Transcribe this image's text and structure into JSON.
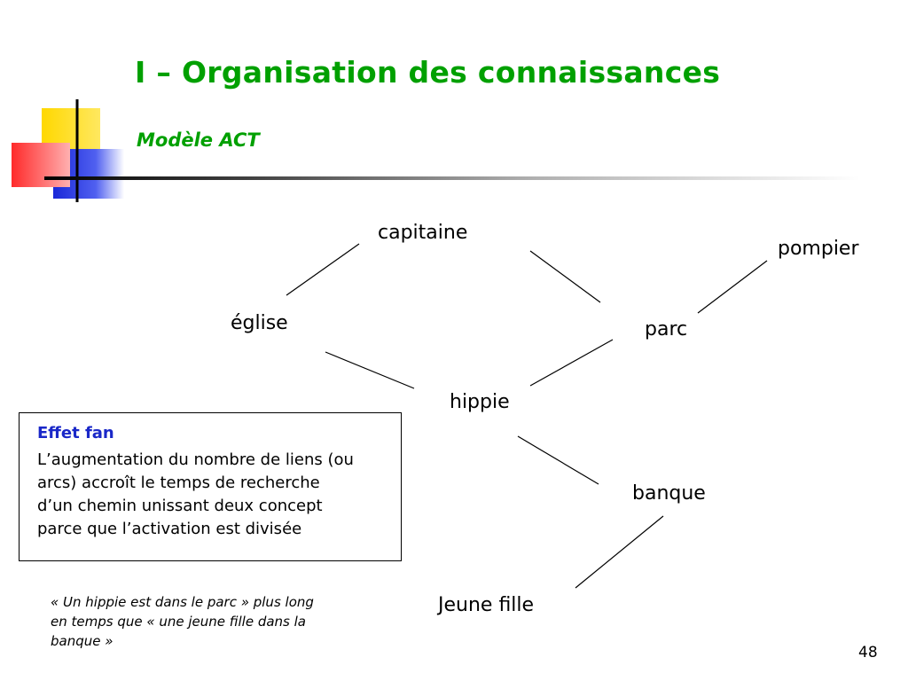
{
  "slide": {
    "title": "I – Organisation des connaissances",
    "subtitle": "Modèle ACT",
    "page_number": "48"
  },
  "network": {
    "nodes": [
      {
        "id": "capitaine",
        "label": "capitaine"
      },
      {
        "id": "pompier",
        "label": "pompier"
      },
      {
        "id": "eglise",
        "label": "église"
      },
      {
        "id": "parc",
        "label": "parc"
      },
      {
        "id": "hippie",
        "label": "hippie"
      },
      {
        "id": "banque",
        "label": "banque"
      },
      {
        "id": "jeune_fille",
        "label": "Jeune fille"
      }
    ],
    "edges": [
      {
        "from": "capitaine",
        "to": "eglise"
      },
      {
        "from": "capitaine",
        "to": "parc"
      },
      {
        "from": "pompier",
        "to": "parc"
      },
      {
        "from": "eglise",
        "to": "hippie"
      },
      {
        "from": "parc",
        "to": "hippie"
      },
      {
        "from": "hippie",
        "to": "banque"
      },
      {
        "from": "banque",
        "to": "jeune_fille"
      }
    ]
  },
  "effect_box": {
    "title": "Effet fan",
    "lines": [
      "L’augmentation du nombre de liens (ou",
      "arcs) accroît le temps de recherche",
      "d’un chemin unissant deux concept",
      "parce que l’activation est divisée"
    ]
  },
  "note": {
    "lines": [
      "« Un hippie est dans le parc » plus long",
      "en temps que « une jeune fille dans la",
      "banque »"
    ]
  },
  "colors": {
    "title": "#00a000",
    "box_title": "#1a28c8",
    "logo_yellow": "#ffd800",
    "logo_red": "#ff3030",
    "logo_blue": "#2030e0"
  }
}
